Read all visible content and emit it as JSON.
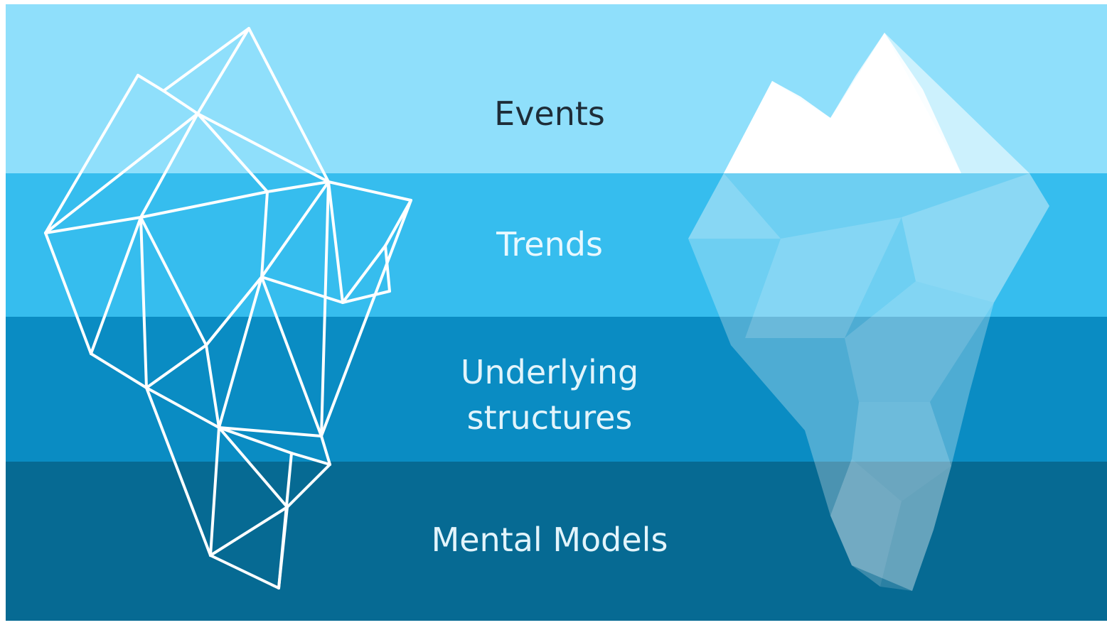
{
  "layers": [
    {
      "id": "events",
      "lines": [
        "Events"
      ],
      "bg": "#8FDFFB",
      "text_color": "#1E2D38"
    },
    {
      "id": "trends",
      "lines": [
        "Trends"
      ],
      "bg": "#36BDEE",
      "text_color": "#E8F8FF"
    },
    {
      "id": "underlying",
      "lines": [
        "Underlying",
        "structures"
      ],
      "bg": "#0A8CC3",
      "text_color": "#E2F4FB"
    },
    {
      "id": "mental",
      "lines": [
        "Mental Models"
      ],
      "bg": "#066A93",
      "text_color": "#E2F4FB"
    }
  ],
  "colors": {
    "outline_stroke": "#FFFFFF",
    "solid_iceberg_tip": "#FFFFFF",
    "solid_iceberg_body": "#FFFFFF"
  },
  "icons": [
    "outline-iceberg-icon",
    "solid-iceberg-icon"
  ]
}
